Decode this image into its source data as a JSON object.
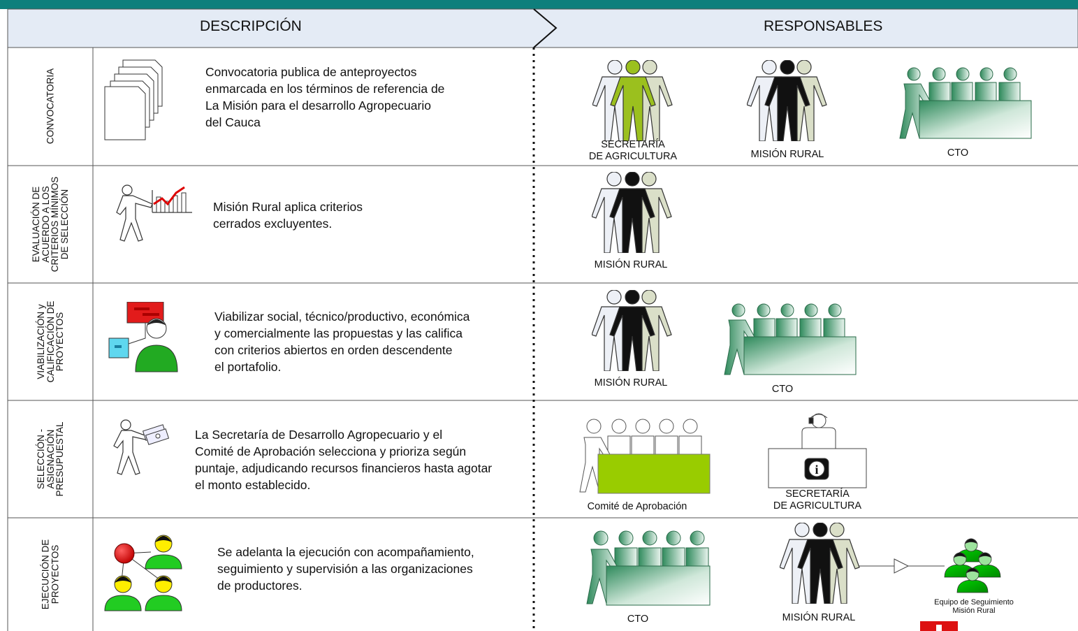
{
  "header": {
    "left_title": "DESCRIPCIÓN",
    "right_title": "RESPONSABLES"
  },
  "colors": {
    "teal_bar": "#0e7f7c",
    "header_fill": "#e4ebf5",
    "row_border": "#555555",
    "green_group": "#9acd00",
    "cto_table": "#2d8a5a",
    "person_green": "#00cc00",
    "red_node": "#dd0000"
  },
  "rows": [
    {
      "stage": [
        "CONVOCATORIA"
      ],
      "icon": "documents-icon",
      "description": [
        "Convocatoria publica de anteproyectos",
        "enmarcada en los términos de referencia de",
        "La Misión para el desarrollo Agropecuario",
        "del Cauca"
      ],
      "responsables": [
        {
          "icon": "people-group-icon",
          "label": [
            "SECRETARÍA",
            "DE AGRICULTURA"
          ]
        },
        {
          "icon": "people-group-icon",
          "label": [
            "MISIÓN RURAL"
          ]
        },
        {
          "icon": "committee-table-icon",
          "label": [
            "CTO"
          ]
        }
      ]
    },
    {
      "stage": [
        "EVALUACIÓN DE",
        "ACUERDO A LOS",
        "CRITERIOS MÍNIMOS",
        "DE SELECCIÓN"
      ],
      "icon": "presenter-chart-icon",
      "description": [
        "Misión Rural aplica criterios",
        "cerrados excluyentes."
      ],
      "responsables": [
        {
          "icon": "people-group-icon",
          "label": [
            "MISIÓN RURAL"
          ]
        }
      ]
    },
    {
      "stage": [
        "VIABILIZACIÓN y",
        "CALIFICACIÓN DE",
        "PROYECTOS"
      ],
      "icon": "analyst-icon",
      "description": [
        "Viabilizar social, técnico/productivo, económica",
        "y comercialmente las propuestas y las califica",
        "con criterios abiertos en orden descendente",
        "el portafolio."
      ],
      "responsables": [
        {
          "icon": "people-group-icon",
          "label": [
            "MISIÓN RURAL"
          ]
        },
        {
          "icon": "committee-table-icon",
          "label": [
            "CTO"
          ]
        }
      ]
    },
    {
      "stage": [
        "SELECCIÓN -",
        "ASIGNACIÓN",
        "PRESUPUESTAL"
      ],
      "icon": "person-money-icon",
      "description": [
        "La Secretaría de Desarrollo Agropecuario y el",
        "Comité de Aprobación selecciona y prioriza según",
        "puntaje, adjudicando recursos financieros hasta agotar",
        "el monto establecido."
      ],
      "responsables": [
        {
          "icon": "committee-table-icon",
          "label": [
            "Comité de Aprobación"
          ]
        },
        {
          "icon": "info-desk-icon",
          "label": [
            "SECRETARÍA",
            "DE AGRICULTURA"
          ]
        }
      ]
    },
    {
      "stage": [
        "EJECUCIÓN DE",
        "PROYECTOS"
      ],
      "icon": "org-network-icon",
      "description": [
        "Se adelanta la ejecución con acompañamiento,",
        "seguimiento y supervisión a las organizaciones",
        "de productores."
      ],
      "responsables": [
        {
          "icon": "committee-table-icon",
          "label": [
            "CTO"
          ]
        },
        {
          "icon": "people-group-icon",
          "label": [
            "MISIÓN RURAL"
          ]
        },
        {
          "icon": "team-icon",
          "label": [
            "Equipo de Seguimiento",
            "Misión Rural"
          ]
        }
      ]
    }
  ]
}
